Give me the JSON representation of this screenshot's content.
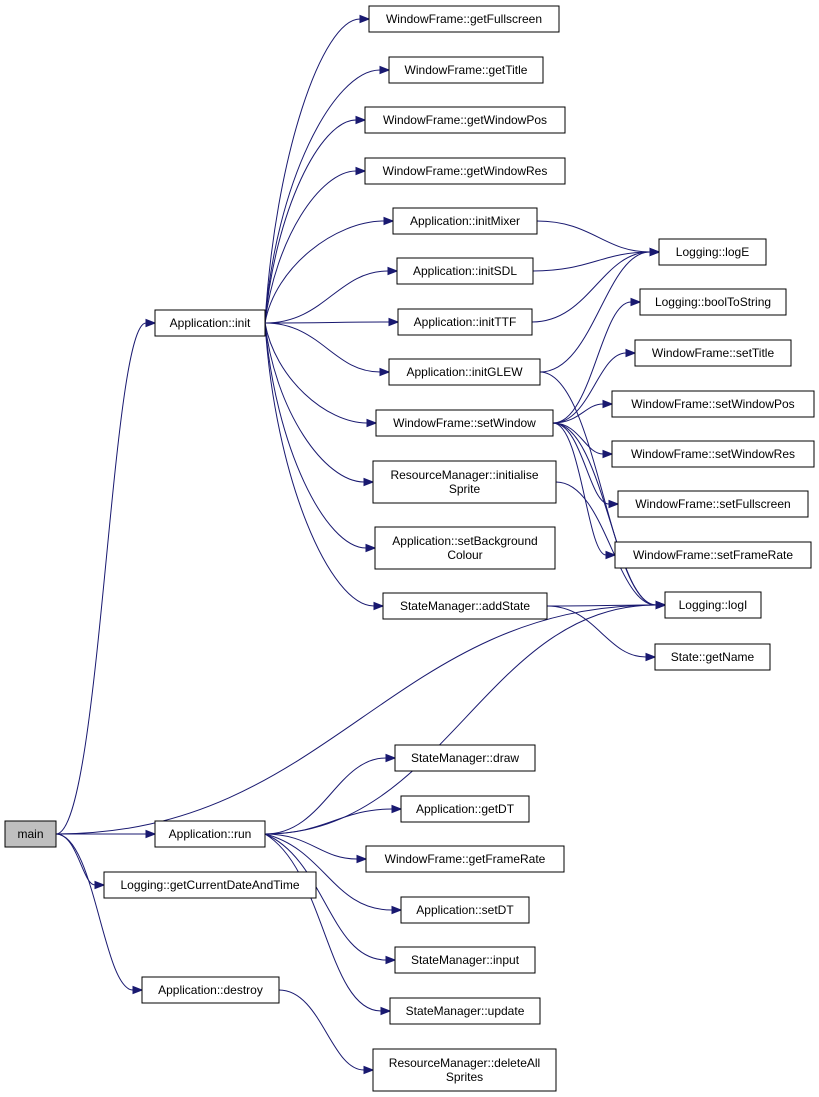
{
  "colors": {
    "edge": "#191970",
    "node_border": "#000000",
    "node_fill": "#ffffff",
    "root_fill": "#bfbfbf"
  },
  "nodes": {
    "main": [
      "main"
    ],
    "app_init": [
      "Application::init"
    ],
    "app_run": [
      "Application::run"
    ],
    "log_getcurrentdate": [
      "Logging::getCurrentDateAndTime"
    ],
    "app_destroy": [
      "Application::destroy"
    ],
    "wf_getfullscreen": [
      "WindowFrame::getFullscreen"
    ],
    "wf_gettitle": [
      "WindowFrame::getTitle"
    ],
    "wf_getwindowpos": [
      "WindowFrame::getWindowPos"
    ],
    "wf_getwindowres": [
      "WindowFrame::getWindowRes"
    ],
    "app_initmixer": [
      "Application::initMixer"
    ],
    "app_initsdl": [
      "Application::initSDL"
    ],
    "app_initttf": [
      "Application::initTTF"
    ],
    "app_initglew": [
      "Application::initGLEW"
    ],
    "wf_setwindow": [
      "WindowFrame::setWindow"
    ],
    "rm_initialisesprite": [
      "ResourceManager::initialise",
      "Sprite"
    ],
    "app_setbackground": [
      "Application::setBackground",
      "Colour"
    ],
    "sm_addstate": [
      "StateManager::addState"
    ],
    "log_loge": [
      "Logging::logE"
    ],
    "log_booltostring": [
      "Logging::boolToString"
    ],
    "wf_settitle": [
      "WindowFrame::setTitle"
    ],
    "wf_setwindowpos": [
      "WindowFrame::setWindowPos"
    ],
    "wf_setwindowres": [
      "WindowFrame::setWindowRes"
    ],
    "wf_setfullscreen": [
      "WindowFrame::setFullscreen"
    ],
    "wf_setframerate": [
      "WindowFrame::setFrameRate"
    ],
    "log_logi": [
      "Logging::logI"
    ],
    "state_getname": [
      "State::getName"
    ],
    "sm_draw": [
      "StateManager::draw"
    ],
    "app_getdt": [
      "Application::getDT"
    ],
    "wf_getframerate": [
      "WindowFrame::getFrameRate"
    ],
    "app_setdt": [
      "Application::setDT"
    ],
    "sm_input": [
      "StateManager::input"
    ],
    "sm_update": [
      "StateManager::update"
    ],
    "rm_deleteallsprites": [
      "ResourceManager::deleteAll",
      "Sprites"
    ]
  },
  "edges": [
    [
      "main",
      "app_init"
    ],
    [
      "main",
      "log_logi"
    ],
    [
      "main",
      "app_run"
    ],
    [
      "main",
      "log_getcurrentdate"
    ],
    [
      "main",
      "app_destroy"
    ],
    [
      "app_init",
      "wf_getfullscreen"
    ],
    [
      "app_init",
      "wf_gettitle"
    ],
    [
      "app_init",
      "wf_getwindowpos"
    ],
    [
      "app_init",
      "wf_getwindowres"
    ],
    [
      "app_init",
      "app_initmixer"
    ],
    [
      "app_init",
      "app_initsdl"
    ],
    [
      "app_init",
      "app_initttf"
    ],
    [
      "app_init",
      "app_initglew"
    ],
    [
      "app_init",
      "wf_setwindow"
    ],
    [
      "app_init",
      "rm_initialisesprite"
    ],
    [
      "app_init",
      "app_setbackground"
    ],
    [
      "app_init",
      "sm_addstate"
    ],
    [
      "app_initmixer",
      "log_loge"
    ],
    [
      "app_initsdl",
      "log_loge"
    ],
    [
      "app_initttf",
      "log_loge"
    ],
    [
      "app_initglew",
      "log_loge"
    ],
    [
      "app_initglew",
      "log_logi"
    ],
    [
      "wf_setwindow",
      "log_booltostring"
    ],
    [
      "wf_setwindow",
      "wf_settitle"
    ],
    [
      "wf_setwindow",
      "wf_setwindowpos"
    ],
    [
      "wf_setwindow",
      "wf_setwindowres"
    ],
    [
      "wf_setwindow",
      "wf_setfullscreen"
    ],
    [
      "wf_setwindow",
      "wf_setframerate"
    ],
    [
      "wf_setwindow",
      "log_logi"
    ],
    [
      "rm_initialisesprite",
      "log_logi"
    ],
    [
      "sm_addstate",
      "log_logi"
    ],
    [
      "sm_addstate",
      "state_getname"
    ],
    [
      "app_run",
      "log_logi"
    ],
    [
      "app_run",
      "sm_draw"
    ],
    [
      "app_run",
      "app_getdt"
    ],
    [
      "app_run",
      "wf_getframerate"
    ],
    [
      "app_run",
      "app_setdt"
    ],
    [
      "app_run",
      "sm_input"
    ],
    [
      "app_run",
      "sm_update"
    ],
    [
      "app_destroy",
      "rm_deleteallsprites"
    ]
  ]
}
